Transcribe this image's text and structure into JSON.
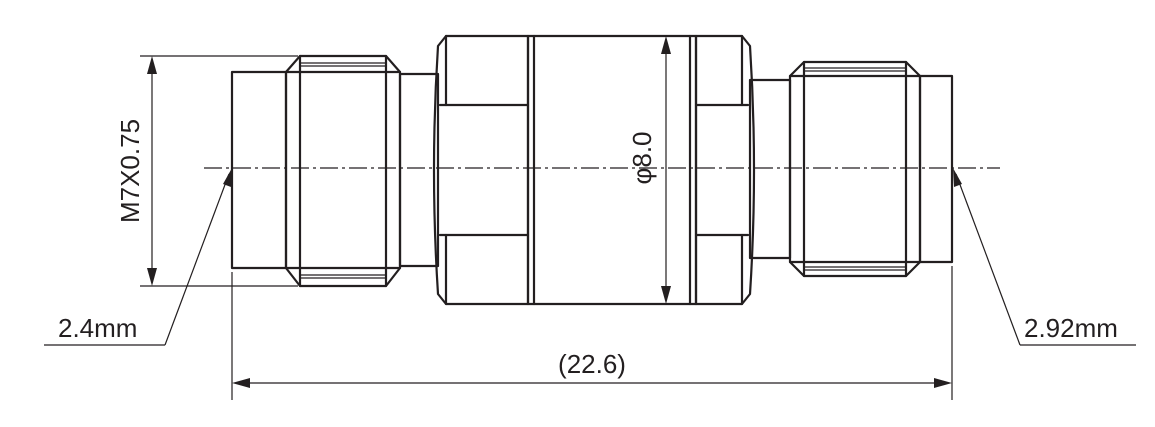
{
  "labels": {
    "thread": "M7X0.75",
    "diameter": "φ8.0",
    "left_connector": "2.4mm",
    "right_connector": "2.92mm",
    "overall_length": "(22.6)"
  },
  "colors": {
    "line": "#231f20",
    "background": "#ffffff"
  }
}
